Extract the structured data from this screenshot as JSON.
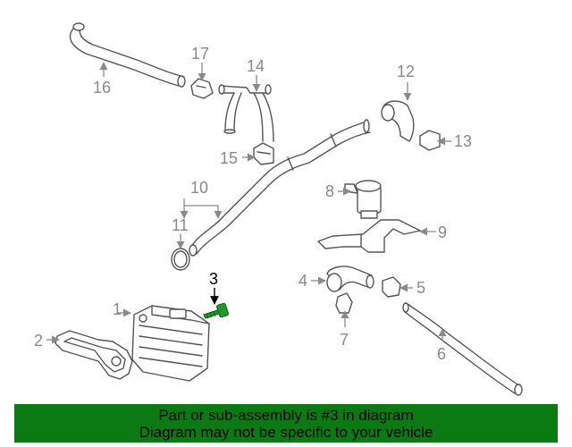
{
  "diagram": {
    "labels": {
      "p1": "1",
      "p2": "2",
      "p3": "3",
      "p4": "4",
      "p5": "5",
      "p6": "6",
      "p7": "7",
      "p8": "8",
      "p9": "9",
      "p10": "10",
      "p11": "11",
      "p12": "12",
      "p13": "13",
      "p14": "14",
      "p15": "15",
      "p16": "16",
      "p17": "17"
    },
    "highlight_part": "3",
    "highlight_color": "#1f9a2a",
    "part_line_color": "#555555",
    "label_color": "#8a8a8a"
  },
  "footer": {
    "line1": "Part or sub-assembly is #3 in diagram",
    "line2": "Diagram may not be specific to your vehicle",
    "background": "#0b7a12"
  }
}
